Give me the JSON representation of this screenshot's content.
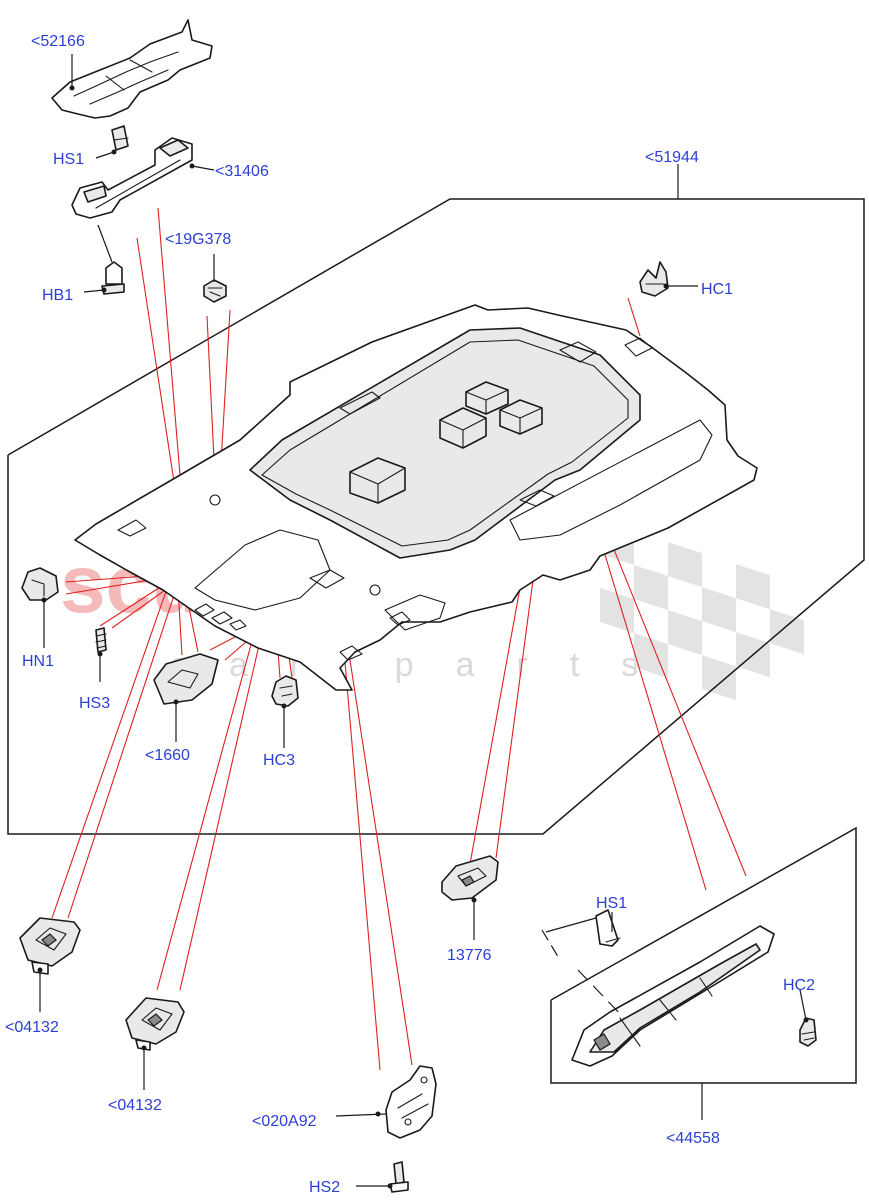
{
  "watermark": {
    "brand": "scuderia",
    "sub": "car parts"
  },
  "callouts": [
    {
      "id": "52166",
      "text": "<52166"
    },
    {
      "id": "HS1-top",
      "text": "HS1"
    },
    {
      "id": "31406",
      "text": "<31406"
    },
    {
      "id": "19G378",
      "text": "<19G378"
    },
    {
      "id": "HB1",
      "text": "HB1"
    },
    {
      "id": "51944",
      "text": "<51944"
    },
    {
      "id": "HC1",
      "text": "HC1"
    },
    {
      "id": "HN1",
      "text": "HN1"
    },
    {
      "id": "HS3",
      "text": "HS3"
    },
    {
      "id": "1660",
      "text": "<1660"
    },
    {
      "id": "HC3",
      "text": "HC3"
    },
    {
      "id": "13776",
      "text": "13776"
    },
    {
      "id": "HS1-right",
      "text": "HS1"
    },
    {
      "id": "HC2",
      "text": "HC2"
    },
    {
      "id": "04132-a",
      "text": "<04132"
    },
    {
      "id": "04132-b",
      "text": "<04132"
    },
    {
      "id": "020A92",
      "text": "<020A92"
    },
    {
      "id": "44558",
      "text": "<44558"
    },
    {
      "id": "HS2",
      "text": "HS2"
    }
  ]
}
